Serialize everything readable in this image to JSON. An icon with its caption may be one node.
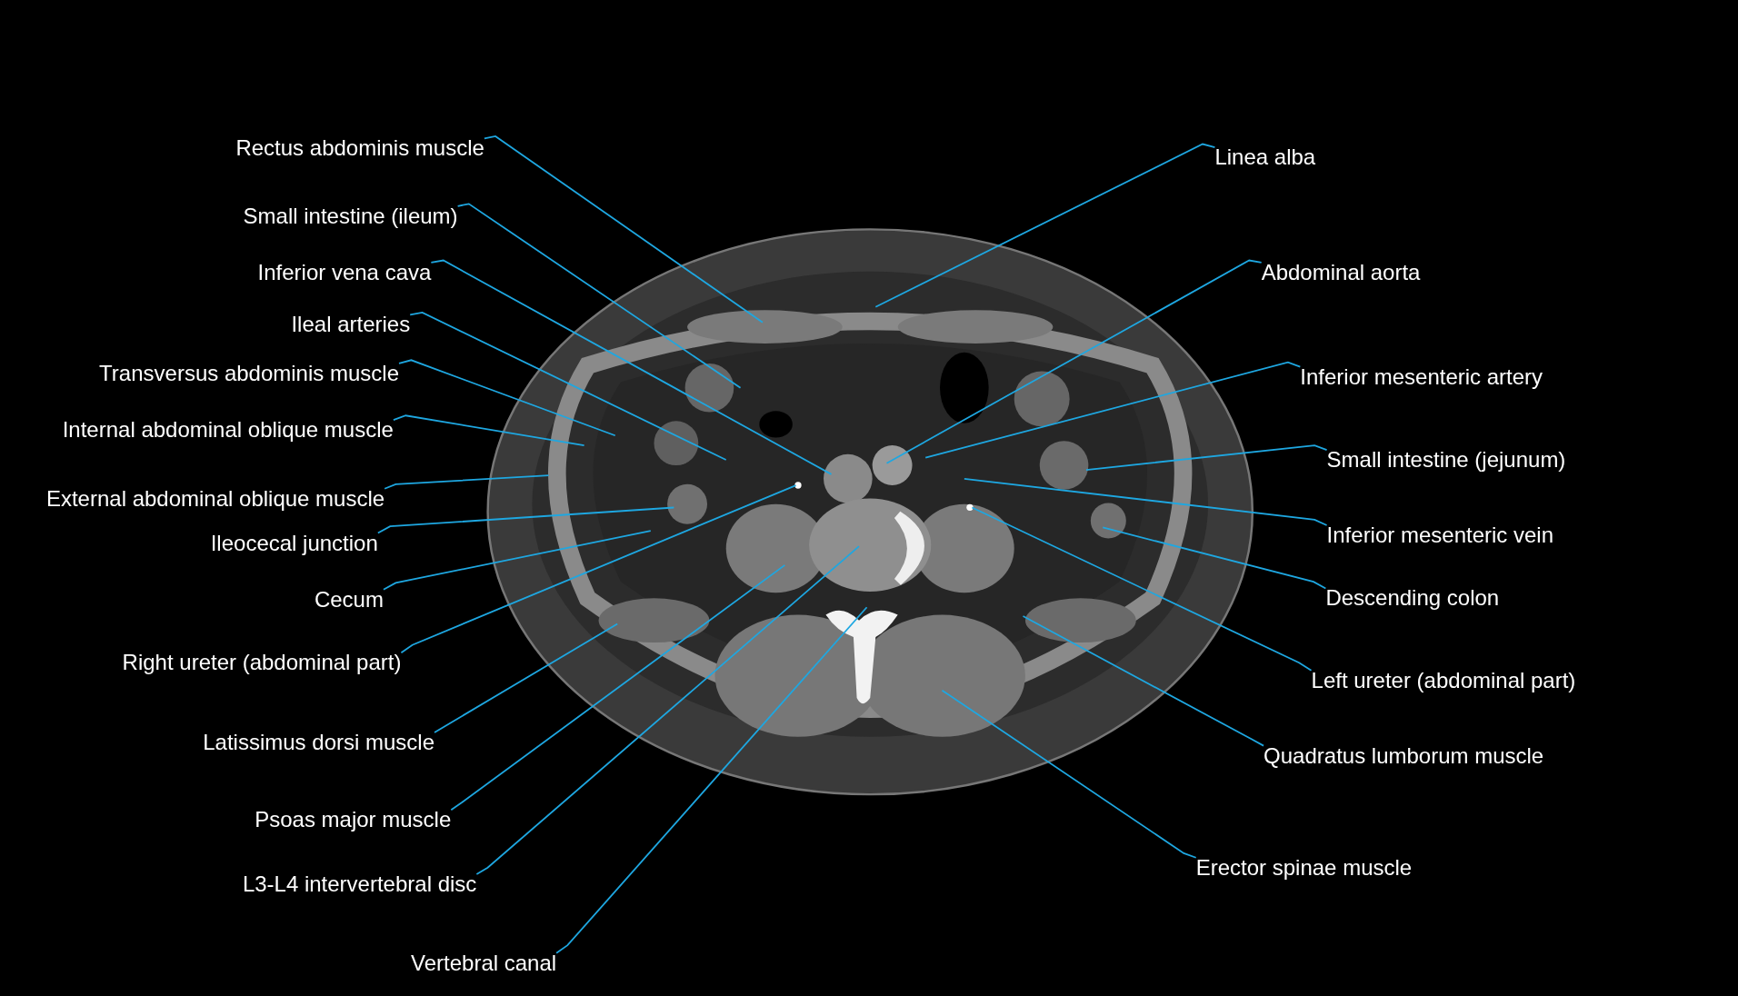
{
  "diagram": {
    "nodes": [
      {
        "text": [
          "Rectus abdominis muscle"
        ]
      },
      {
        "text": [
          "Small intestine (ileum)"
        ]
      },
      {
        "text": [
          "Inferior vena cava"
        ]
      },
      {
        "text": [
          "Ileal arteries"
        ]
      },
      {
        "text": [
          "Transversus abdominis muscle"
        ]
      },
      {
        "text": [
          "Internal abdominal oblique muscle"
        ]
      },
      {
        "text": [
          "External abdominal oblique muscle"
        ]
      },
      {
        "text": [
          "Ileocecal junction"
        ]
      },
      {
        "text": [
          "Cecum"
        ]
      },
      {
        "text": [
          "Right ureter (abdominal part)"
        ]
      },
      {
        "text": [
          "Latissimus dorsi muscle"
        ]
      },
      {
        "text": [
          "Psoas major muscle"
        ]
      },
      {
        "text": [
          "L3-L4 intervertebral disc"
        ]
      },
      {
        "text": [
          "Vertebral canal"
        ]
      },
      {
        "text": [
          "Linea alba"
        ]
      },
      {
        "text": [
          "Abdominal aorta"
        ]
      },
      {
        "text": [
          "Inferior mesenteric artery"
        ]
      },
      {
        "text": [
          "Small intestine (jejunum)"
        ]
      },
      {
        "text": [
          "Inferior mesenteric vein"
        ]
      },
      {
        "text": [
          "Descending colon"
        ]
      },
      {
        "text": [
          "Left ureter (abdominal part)"
        ]
      },
      {
        "text": [
          "Quadratus lumborum muscle"
        ]
      },
      {
        "text": [
          "Erector spinae muscle"
        ]
      }
    ],
    "edges": [
      {
        "from": 0,
        "to": null,
        "arrow": "none"
      },
      {
        "from": 1,
        "to": null,
        "arrow": "none"
      },
      {
        "from": 2,
        "to": null,
        "arrow": "none"
      },
      {
        "from": 3,
        "to": null,
        "arrow": "none"
      },
      {
        "from": 4,
        "to": null,
        "arrow": "none"
      },
      {
        "from": 5,
        "to": null,
        "arrow": "none"
      },
      {
        "from": 6,
        "to": null,
        "arrow": "none"
      },
      {
        "from": 7,
        "to": null,
        "arrow": "none"
      },
      {
        "from": 8,
        "to": null,
        "arrow": "none"
      },
      {
        "from": 9,
        "to": null,
        "arrow": "none"
      },
      {
        "from": 10,
        "to": null,
        "arrow": "none"
      },
      {
        "from": 11,
        "to": null,
        "arrow": "none"
      },
      {
        "from": 12,
        "to": null,
        "arrow": "none"
      },
      {
        "from": 13,
        "to": null,
        "arrow": "none"
      },
      {
        "from": 14,
        "to": null,
        "arrow": "none"
      },
      {
        "from": 15,
        "to": null,
        "arrow": "none"
      },
      {
        "from": 16,
        "to": null,
        "arrow": "none"
      },
      {
        "from": 17,
        "to": null,
        "arrow": "none"
      },
      {
        "from": 18,
        "to": null,
        "arrow": "none"
      },
      {
        "from": 19,
        "to": null,
        "arrow": "none"
      },
      {
        "from": 20,
        "to": null,
        "arrow": "none"
      },
      {
        "from": 21,
        "to": null,
        "arrow": "none"
      },
      {
        "from": 22,
        "to": null,
        "arrow": "none"
      }
    ]
  }
}
